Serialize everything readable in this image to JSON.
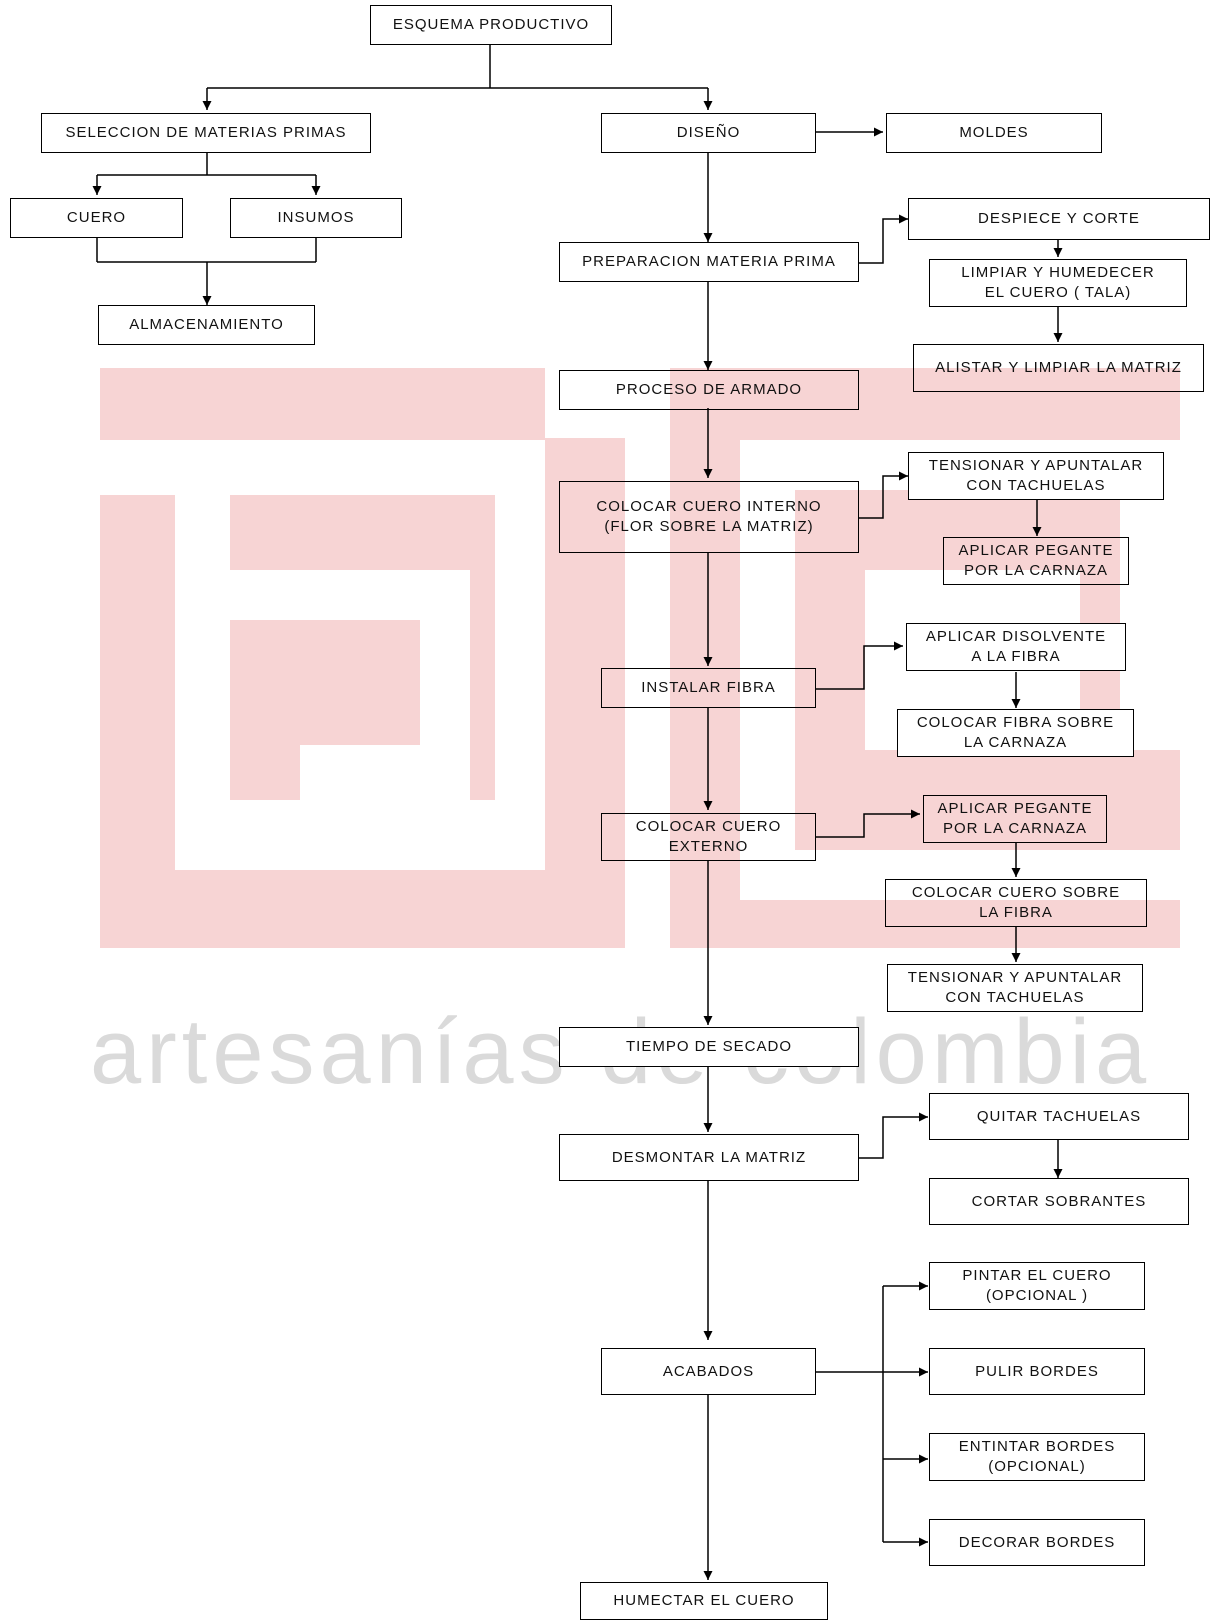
{
  "watermark": {
    "text": "artesanías de colombia",
    "color": "#f7d4d4"
  },
  "title": "ESQUEMA PRODUCTIVO",
  "left_branch": {
    "seleccion": "SELECCION DE MATERIAS PRIMAS",
    "cuero": "CUERO",
    "insumos": "INSUMOS",
    "almacenamiento": "ALMACENAMIENTO"
  },
  "main": {
    "diseno": "DISEÑO",
    "preparacion": "PREPARACION MATERIA PRIMA",
    "armado": "PROCESO DE ARMADO",
    "cuero_interno": "COLOCAR CUERO INTERNO\n(FLOR SOBRE LA MATRIZ)",
    "fibra": "INSTALAR  FIBRA",
    "cuero_externo": "COLOCAR CUERO\nEXTERNO",
    "secado": "TIEMPO DE SECADO",
    "desmontar": "DESMONTAR  LA MATRIZ",
    "acabados": "ACABADOS",
    "humectar": "HUMECTAR EL CUERO"
  },
  "side": {
    "moldes": "MOLDES",
    "despiece": "DESPIECE Y CORTE",
    "limpiar_humedecer": "LIMPIAR Y HUMEDECER\nEL CUERO ( TALA)",
    "alistar": "ALISTAR Y LIMPIAR LA MATRIZ",
    "tensionar_1": "TENSIONAR Y APUNTALAR\nCON TACHUELAS",
    "pegante_1": "APLICAR PEGANTE\nPOR LA CARNAZA",
    "disolvente": "APLICAR DISOLVENTE\nA LA FIBRA",
    "fibra_sobre": "COLOCAR FIBRA SOBRE\nLA CARNAZA",
    "pegante_2": "APLICAR PEGANTE\nPOR LA CARNAZA",
    "cuero_sobre": "COLOCAR CUERO SOBRE\nLA FIBRA",
    "tensionar_2": "TENSIONAR Y APUNTALAR\nCON TACHUELAS",
    "quitar": "QUITAR TACHUELAS",
    "cortar": "CORTAR SOBRANTES",
    "pintar": "PINTAR EL CUERO\n(OPCIONAL )",
    "pulir": "PULIR BORDES",
    "entintar": "ENTINTAR BORDES\n(OPCIONAL)",
    "decorar": "DECORAR BORDES"
  }
}
